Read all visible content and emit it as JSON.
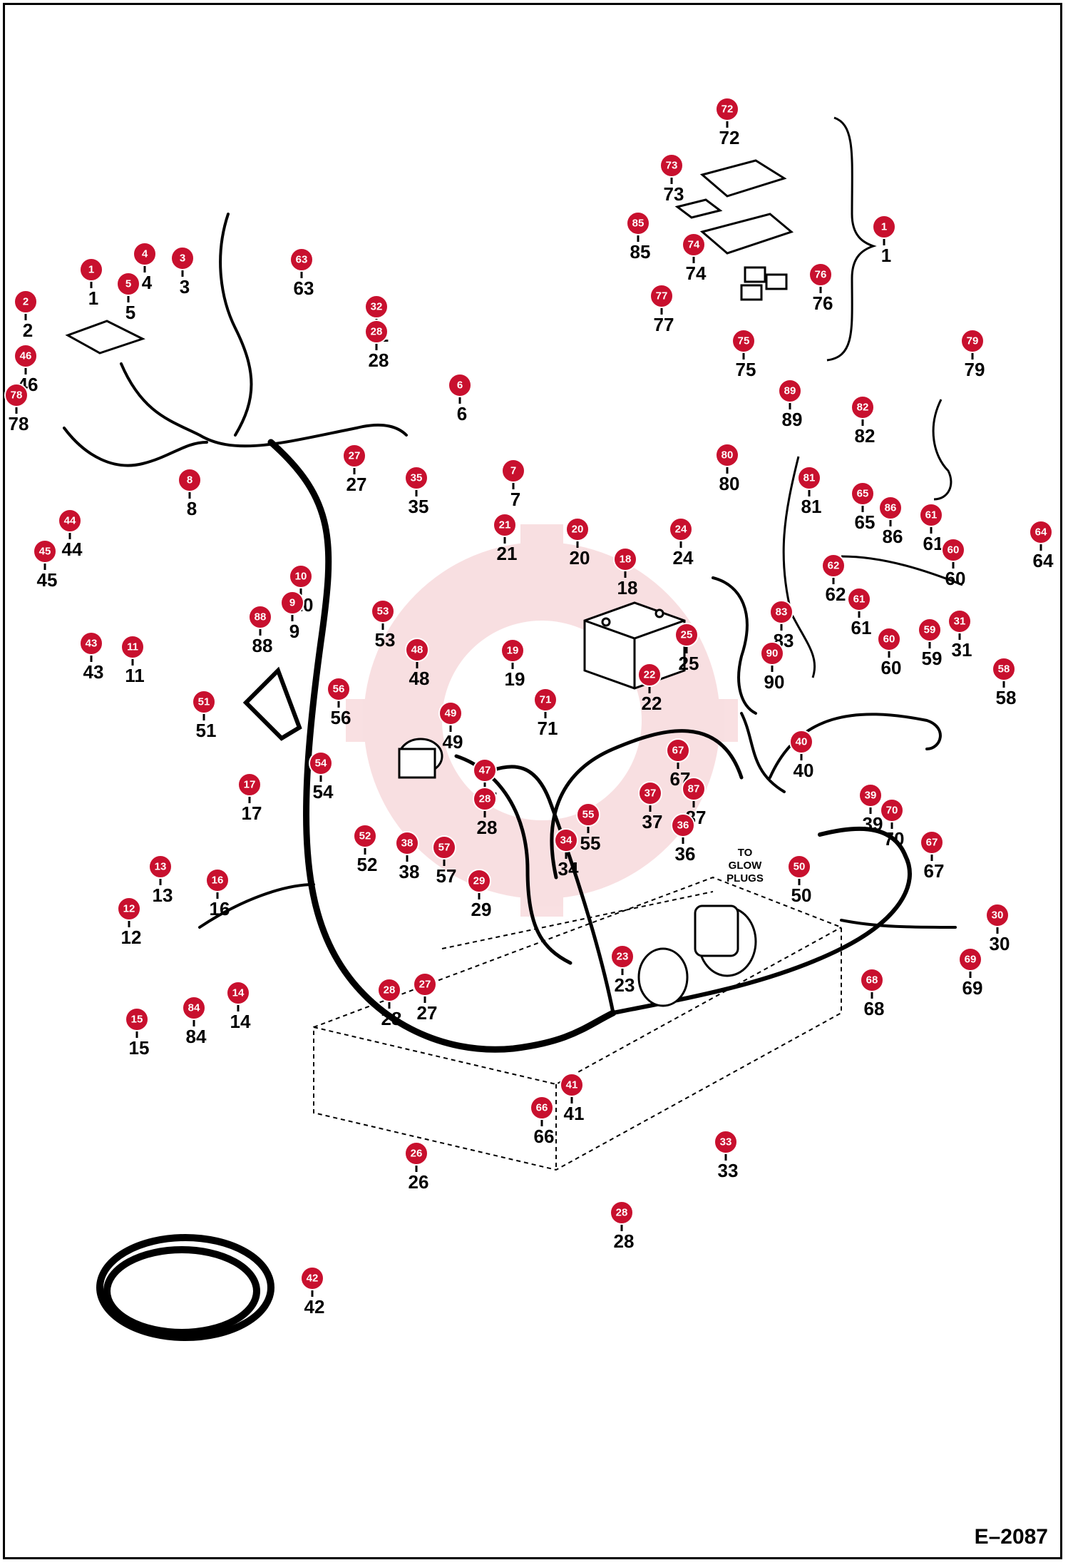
{
  "figure_id": "E–2087",
  "glow_plug_note": [
    "TO",
    "GLOW",
    "PLUGS"
  ],
  "callout_color": "#c8102e",
  "callouts": [
    {
      "id": "72"
    },
    {
      "id": "73"
    },
    {
      "id": "85"
    },
    {
      "id": "74"
    },
    {
      "id": "76"
    },
    {
      "id": "77"
    },
    {
      "id": "75"
    },
    {
      "id": "1"
    },
    {
      "id": "1"
    },
    {
      "id": "2"
    },
    {
      "id": "4"
    },
    {
      "id": "3"
    },
    {
      "id": "5"
    },
    {
      "id": "63"
    },
    {
      "id": "32"
    },
    {
      "id": "28"
    },
    {
      "id": "46"
    },
    {
      "id": "78"
    },
    {
      "id": "6"
    },
    {
      "id": "27"
    },
    {
      "id": "35"
    },
    {
      "id": "7"
    },
    {
      "id": "8"
    },
    {
      "id": "44"
    },
    {
      "id": "45"
    },
    {
      "id": "10"
    },
    {
      "id": "9"
    },
    {
      "id": "88"
    },
    {
      "id": "43"
    },
    {
      "id": "11"
    },
    {
      "id": "79"
    },
    {
      "id": "89"
    },
    {
      "id": "82"
    },
    {
      "id": "80"
    },
    {
      "id": "81"
    },
    {
      "id": "65"
    },
    {
      "id": "86"
    },
    {
      "id": "61"
    },
    {
      "id": "64"
    },
    {
      "id": "60"
    },
    {
      "id": "62"
    },
    {
      "id": "61"
    },
    {
      "id": "83"
    },
    {
      "id": "60"
    },
    {
      "id": "59"
    },
    {
      "id": "31"
    },
    {
      "id": "90"
    },
    {
      "id": "58"
    },
    {
      "id": "21"
    },
    {
      "id": "20"
    },
    {
      "id": "24"
    },
    {
      "id": "18"
    },
    {
      "id": "25"
    },
    {
      "id": "53"
    },
    {
      "id": "48"
    },
    {
      "id": "19"
    },
    {
      "id": "22"
    },
    {
      "id": "56"
    },
    {
      "id": "71"
    },
    {
      "id": "49"
    },
    {
      "id": "51"
    },
    {
      "id": "54"
    },
    {
      "id": "47"
    },
    {
      "id": "28"
    },
    {
      "id": "17"
    },
    {
      "id": "52"
    },
    {
      "id": "38"
    },
    {
      "id": "57"
    },
    {
      "id": "67"
    },
    {
      "id": "40"
    },
    {
      "id": "87"
    },
    {
      "id": "37"
    },
    {
      "id": "55"
    },
    {
      "id": "36"
    },
    {
      "id": "39"
    },
    {
      "id": "70"
    },
    {
      "id": "34"
    },
    {
      "id": "50"
    },
    {
      "id": "67"
    },
    {
      "id": "13"
    },
    {
      "id": "16"
    },
    {
      "id": "29"
    },
    {
      "id": "12"
    },
    {
      "id": "30"
    },
    {
      "id": "23"
    },
    {
      "id": "69"
    },
    {
      "id": "14"
    },
    {
      "id": "84"
    },
    {
      "id": "15"
    },
    {
      "id": "28"
    },
    {
      "id": "27"
    },
    {
      "id": "68"
    },
    {
      "id": "41"
    },
    {
      "id": "66"
    },
    {
      "id": "33"
    },
    {
      "id": "26"
    },
    {
      "id": "28"
    },
    {
      "id": "42"
    }
  ]
}
